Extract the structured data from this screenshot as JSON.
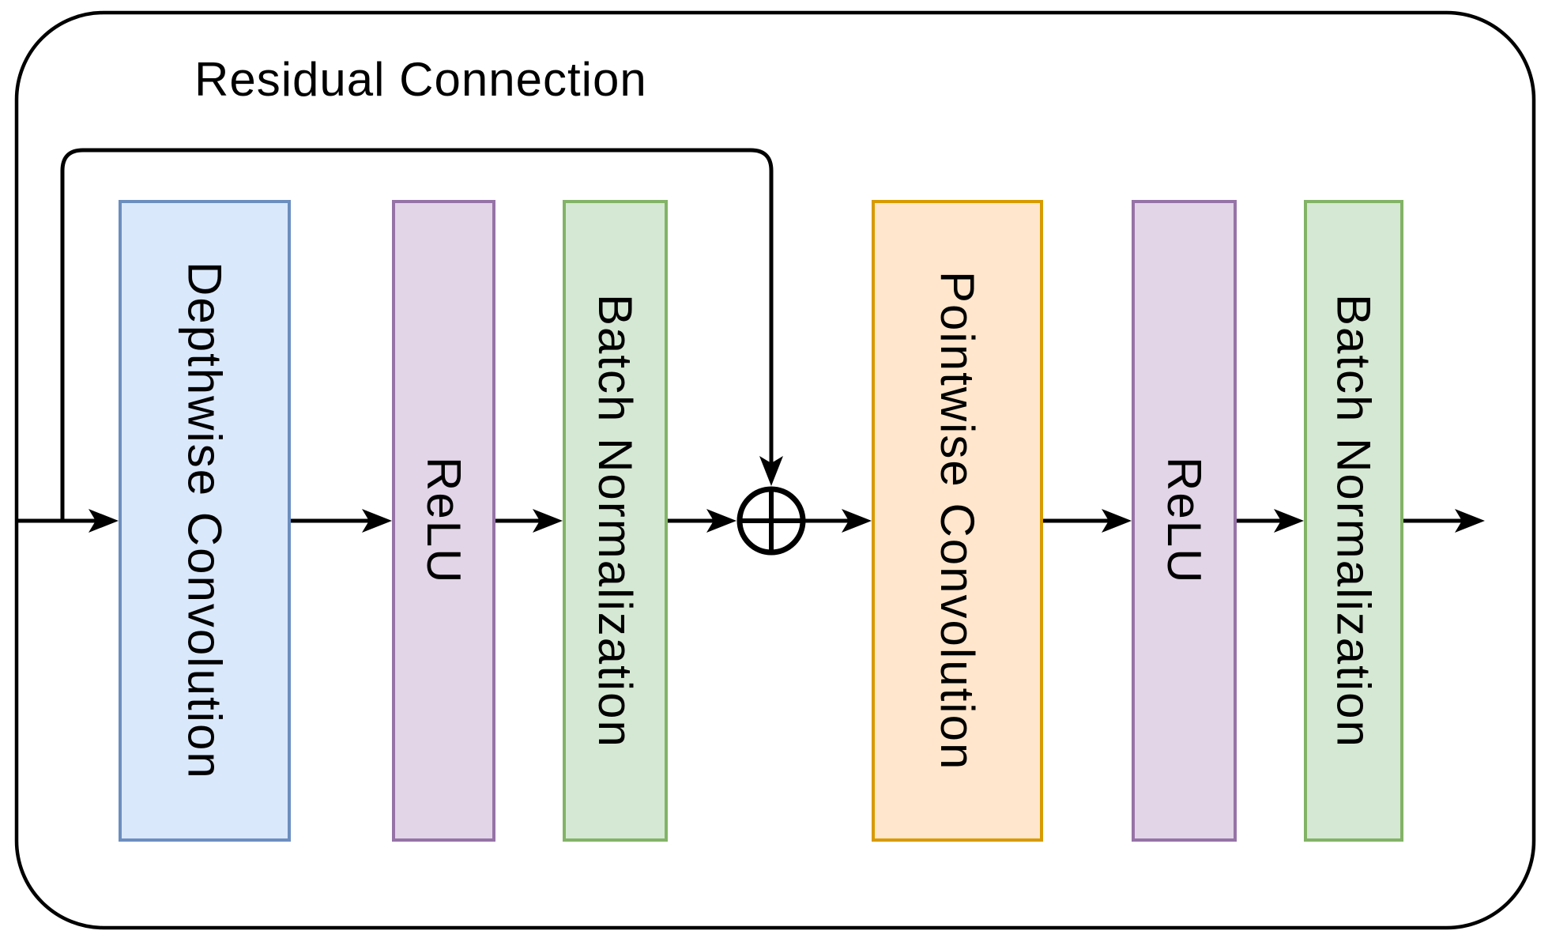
{
  "diagram": {
    "title": "Residual Connection",
    "blocks": [
      {
        "name": "depthwise-convolution",
        "label": "Depthwise Convolution",
        "fill": "#dae8fc",
        "stroke": "#6c8ebf"
      },
      {
        "name": "relu-1",
        "label": "ReLU",
        "fill": "#e1d5e7",
        "stroke": "#9673a6"
      },
      {
        "name": "batch-normalization-1",
        "label": "Batch Normalization",
        "fill": "#d5e8d4",
        "stroke": "#82b366"
      },
      {
        "name": "pointwise-convolution",
        "label": "Pointwise Convolution",
        "fill": "#ffe6cc",
        "stroke": "#d79b00"
      },
      {
        "name": "relu-2",
        "label": "ReLU",
        "fill": "#e1d5e7",
        "stroke": "#9673a6"
      },
      {
        "name": "batch-normalization-2",
        "label": "Batch Normalization",
        "fill": "#d5e8d4",
        "stroke": "#82b366"
      }
    ],
    "operator": {
      "name": "elementwise-add",
      "symbol": "⊕"
    },
    "line_color": "#000000",
    "background_color": "#ffffff"
  }
}
